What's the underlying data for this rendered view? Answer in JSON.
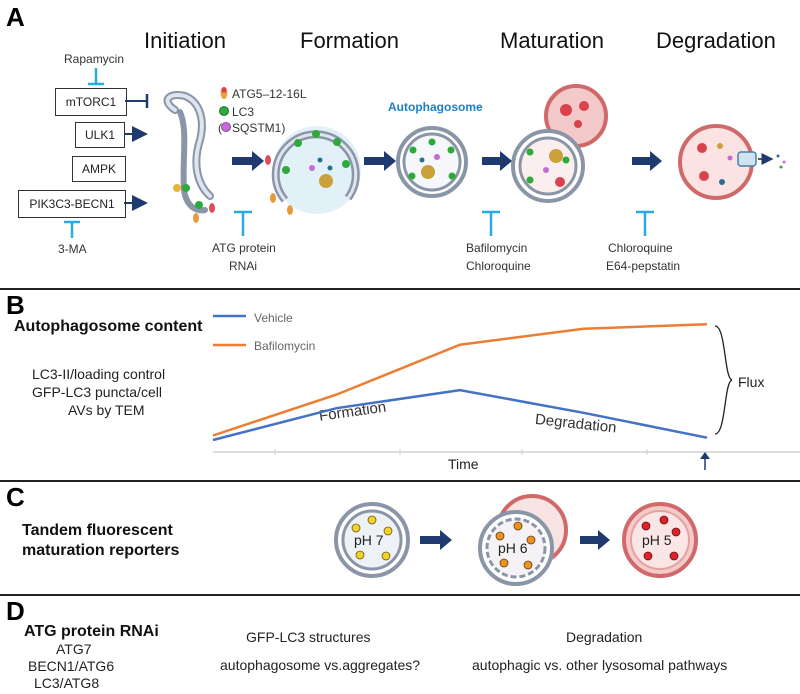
{
  "panelA": {
    "letter": "A",
    "stages": [
      "Initiation",
      "Formation",
      "Maturation",
      "Degradation"
    ],
    "rapamycin": "Rapamycin",
    "boxes": [
      "mTORC1",
      "ULK1",
      "AMPK",
      "PIK3C3-BECN1"
    ],
    "inhibitor_3ma": "3-MA",
    "legend": [
      "ATG5–12-16L",
      "LC3",
      "SQSTM1)"
    ],
    "legend_paren": "(",
    "autophagosome_label": "Autophagosome",
    "atg_rnai": [
      "ATG protein",
      "RNAi"
    ],
    "bafilomycin_group": [
      "Bafilomycin",
      "Chloroquine"
    ],
    "chloroquine_group": [
      "Chloroquine",
      "E64-pepstatin"
    ],
    "colors": {
      "inhibitor": "#29abe2",
      "arrow": "#1f3a6e",
      "autophagosome_label": "#1f7fc4"
    }
  },
  "panelB": {
    "letter": "B",
    "title": "Autophagosome content",
    "measures": [
      "LC3-II/loading control",
      "GFP-LC3 puncta/cell",
      "AVs by TEM"
    ],
    "formation": "Formation",
    "degradation": "Degradation",
    "flux": "Flux",
    "xlabel": "Time",
    "chart_data": {
      "type": "line",
      "x": [
        0,
        1,
        2,
        3,
        4
      ],
      "series": [
        {
          "name": "Vehicle",
          "values": [
            0.0,
            0.7,
            1.1,
            0.6,
            0.05
          ],
          "color": "#4472c4"
        },
        {
          "name": "Bafilomycin",
          "values": [
            0.1,
            1.0,
            2.1,
            2.45,
            2.55
          ],
          "color": "#ed7d31"
        }
      ],
      "xlabel": "Time",
      "ylabel": "",
      "ylim": [
        0,
        2.6
      ],
      "legend": "top-left",
      "grid": false
    }
  },
  "panelC": {
    "letter": "C",
    "title": [
      "Tandem fluorescent",
      "maturation reporters"
    ],
    "ph_labels": [
      "pH 7",
      "pH 6",
      "pH 5"
    ]
  },
  "panelD": {
    "letter": "D",
    "title": "ATG protein RNAi",
    "genes": [
      "ATG7",
      "BECN1/ATG6",
      "LC3/ATG8"
    ],
    "gfp_heading": "GFP-LC3 structures",
    "gfp_question": "autophagosome vs.aggregates?",
    "deg_heading": "Degradation",
    "deg_question": "autophagic vs. other lysosomal pathways"
  }
}
